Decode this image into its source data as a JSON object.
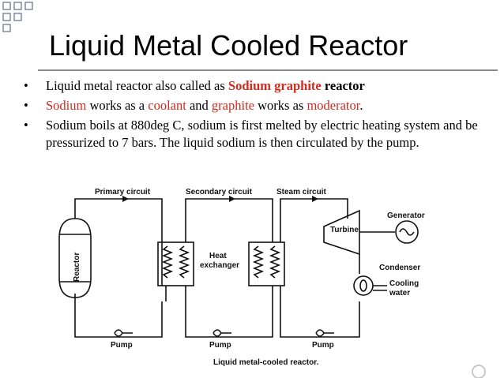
{
  "slide": {
    "title": "Liquid Metal Cooled Reactor",
    "bullets": [
      {
        "parts": [
          {
            "text": "Liquid metal reactor also called as ",
            "style": "normal"
          },
          {
            "text": "Sodium graphite",
            "style": "red-bold"
          },
          {
            "text": " reactor",
            "style": "bold"
          }
        ]
      },
      {
        "parts": [
          {
            "text": "Sodium",
            "style": "red"
          },
          {
            "text": " works as a ",
            "style": "normal"
          },
          {
            "text": "coolant",
            "style": "red"
          },
          {
            "text": " and ",
            "style": "normal"
          },
          {
            "text": "graphite",
            "style": "red"
          },
          {
            "text": " works as ",
            "style": "normal"
          },
          {
            "text": "moderator",
            "style": "red"
          },
          {
            "text": ".",
            "style": "normal"
          }
        ]
      },
      {
        "parts": [
          {
            "text": "Sodium boils at 880deg C, sodium is first melted by electric heating system and be pressurized to 7 bars. The liquid sodium is then circulated by the pump.",
            "style": "normal"
          }
        ]
      }
    ]
  },
  "diagram": {
    "labels": {
      "primary_circuit": "Primary circuit",
      "secondary_circuit": "Secondary circuit",
      "steam_circuit": "Steam circuit",
      "reactor": "Reactor",
      "heat": "Heat",
      "exchanger": "exchanger",
      "turbine": "Turbine",
      "generator": "Generator",
      "condenser": "Condenser",
      "cooling": "Cooling",
      "water": "water",
      "pump_1": "Pump",
      "pump_2": "Pump",
      "pump_3": "Pump",
      "caption": "Liquid metal-cooled reactor."
    }
  },
  "colors": {
    "accent": "#d22a1e",
    "rule": "#8a8a8a",
    "deco": "#5f6f8a"
  },
  "icons": [
    "square-decoration-icon",
    "bullet-icon",
    "sine-wave-icon",
    "cooling-coil-icon"
  ]
}
